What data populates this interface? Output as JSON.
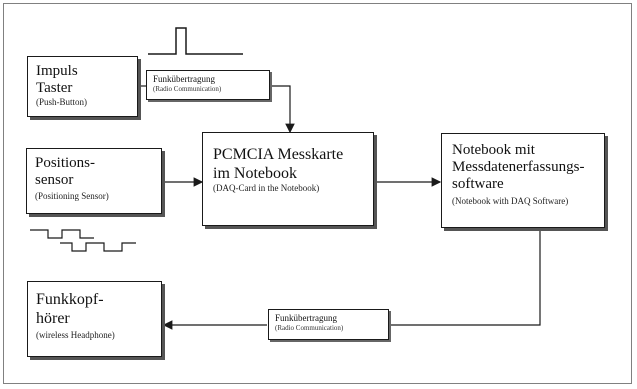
{
  "boxes": {
    "impuls": {
      "title1": "Impuls",
      "title2": "Taster",
      "sub": "(Push-Button)"
    },
    "position": {
      "title1": "Positions-",
      "title2": "sensor",
      "sub": "(Positioning Sensor)"
    },
    "pcmcia": {
      "title1": "PCMCIA Messkarte",
      "title2": "im Notebook",
      "sub": "(DAQ-Card in the Notebook)"
    },
    "notebook": {
      "title1": "Notebook mit",
      "title2": "Messdatenerfassungs-",
      "title3": "software",
      "sub": "(Notebook with DAQ Software)"
    },
    "funkkopf": {
      "title1": "Funkkopf-",
      "title2": "hörer",
      "sub": "(wireless Headphone)"
    }
  },
  "radio_top": {
    "line1": "Funkübertragung",
    "line2": "(Radio Communication)"
  },
  "radio_bottom": {
    "line1": "Funkübertragung",
    "line2": "(Radio Communication)"
  },
  "colors": {
    "line": "#1a1a1a",
    "shadow": "#555555",
    "frame": "#808080"
  }
}
